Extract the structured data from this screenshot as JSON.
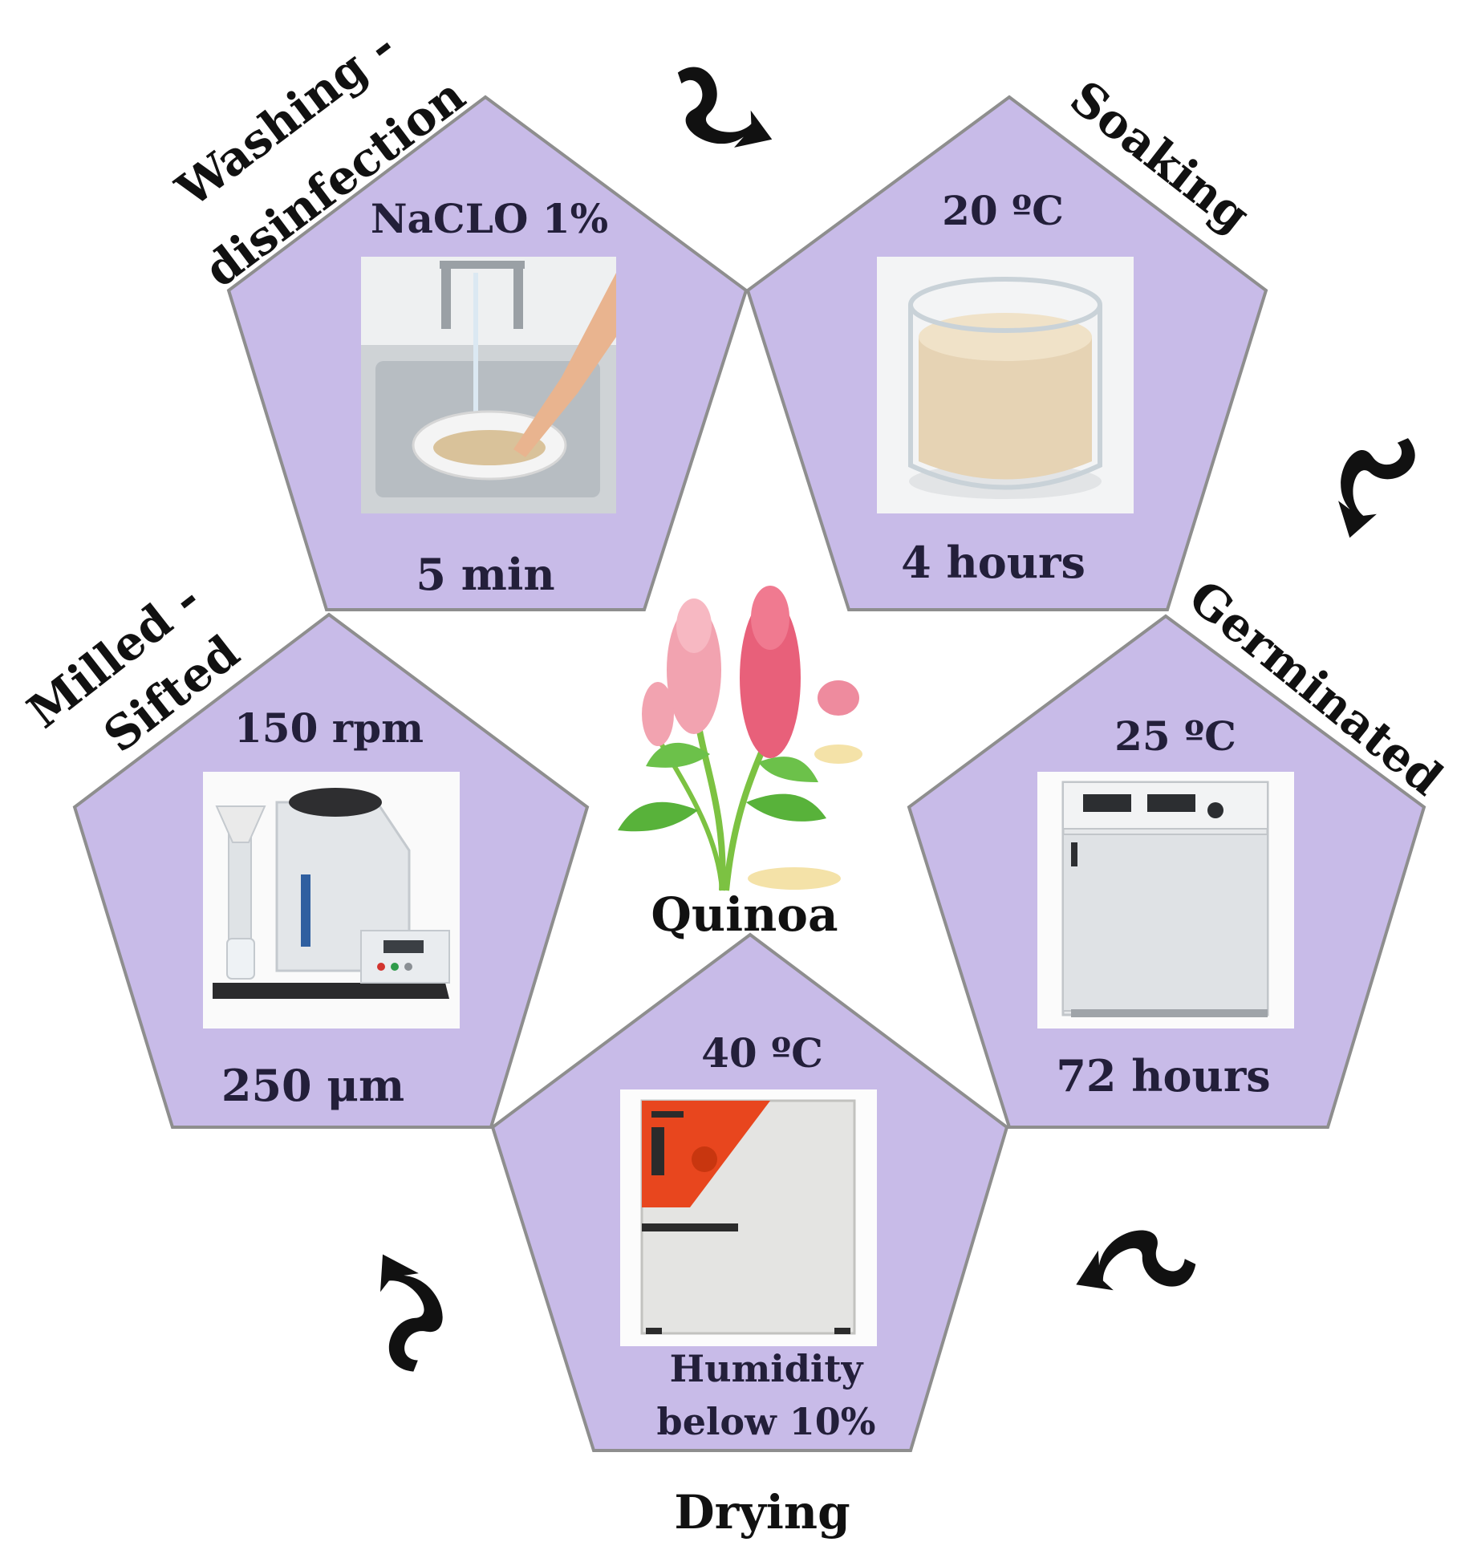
{
  "center": {
    "label": "Quinoa",
    "icon": "quinoa-plant-icon"
  },
  "steps": [
    {
      "id": "washing",
      "title_line1": "Washing -",
      "title_line2": "disinfection",
      "param_top": "NaCLO 1%",
      "param_bottom": "5 min",
      "image": "sink-washing-image"
    },
    {
      "id": "soaking",
      "title": "Soaking",
      "param_top": "20 ºC",
      "param_bottom": "4 hours",
      "image": "grain-jar-image"
    },
    {
      "id": "germinated",
      "title": "Germinated",
      "param_top": "25 ºC",
      "param_bottom": "72 hours",
      "image": "incubator-image"
    },
    {
      "id": "drying",
      "title": "Drying",
      "param_top": "40 ºC",
      "param_bottom_line1": "Humidity",
      "param_bottom_line2": "below 10%",
      "image": "drying-oven-image"
    },
    {
      "id": "milling",
      "title_line1": "Milled -",
      "title_line2": "Sifted",
      "param_top": "150 rpm",
      "param_bottom": "250 μm",
      "image": "mill-sifter-image"
    }
  ],
  "colors": {
    "pentagon_fill": "#c8bbe8",
    "pentagon_stroke": "#8e8e8e",
    "arrow": "#111111"
  },
  "arrow_icon": "curved-cycle-arrow-icon"
}
